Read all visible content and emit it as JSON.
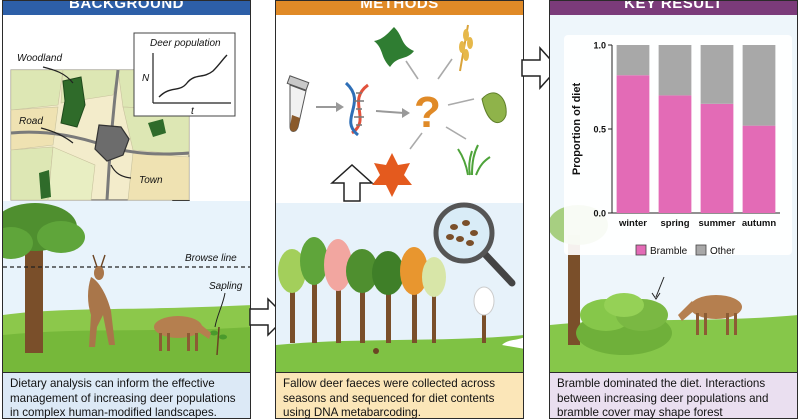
{
  "panels": {
    "background": {
      "title": "BACKGROUND",
      "header_color": "#2d5fa8",
      "map_labels": {
        "woodland": "Woodland",
        "road": "Road",
        "town": "Town"
      },
      "inset_chart": {
        "title": "Deer population",
        "ylabel": "N",
        "xlabel": "t"
      },
      "scene_labels": {
        "browse_line": "Browse line",
        "sapling": "Sapling"
      },
      "caption": "Dietary analysis can inform the effective management of increasing deer populations in complex human-modified landscapes."
    },
    "methods": {
      "title": "METHODS",
      "header_color": "#e08a27",
      "question_mark": "?",
      "caption": "Fallow deer faeces were collected across seasons and sequenced for diet contents using DNA metabarcoding."
    },
    "key_result": {
      "title": "KEY RESULT",
      "header_color": "#7b3b7a",
      "caption": "Bramble dominated the diet. Interactions between increasing deer populations and bramble cover may shape forest development."
    }
  },
  "chart_data": {
    "type": "bar",
    "stacked": true,
    "categories": [
      "winter",
      "spring",
      "summer",
      "autumn"
    ],
    "series": [
      {
        "name": "Bramble",
        "values": [
          0.82,
          0.7,
          0.65,
          0.52
        ],
        "color": "#e36bb6"
      },
      {
        "name": "Other",
        "values": [
          0.18,
          0.3,
          0.35,
          0.48
        ],
        "color": "#a8a8a8"
      }
    ],
    "ylabel": "Proportion of diet",
    "ylim": [
      0,
      1
    ],
    "yticks": [
      "0.0",
      "0.5",
      "1.0"
    ],
    "legend": "bottom",
    "grid": false
  }
}
